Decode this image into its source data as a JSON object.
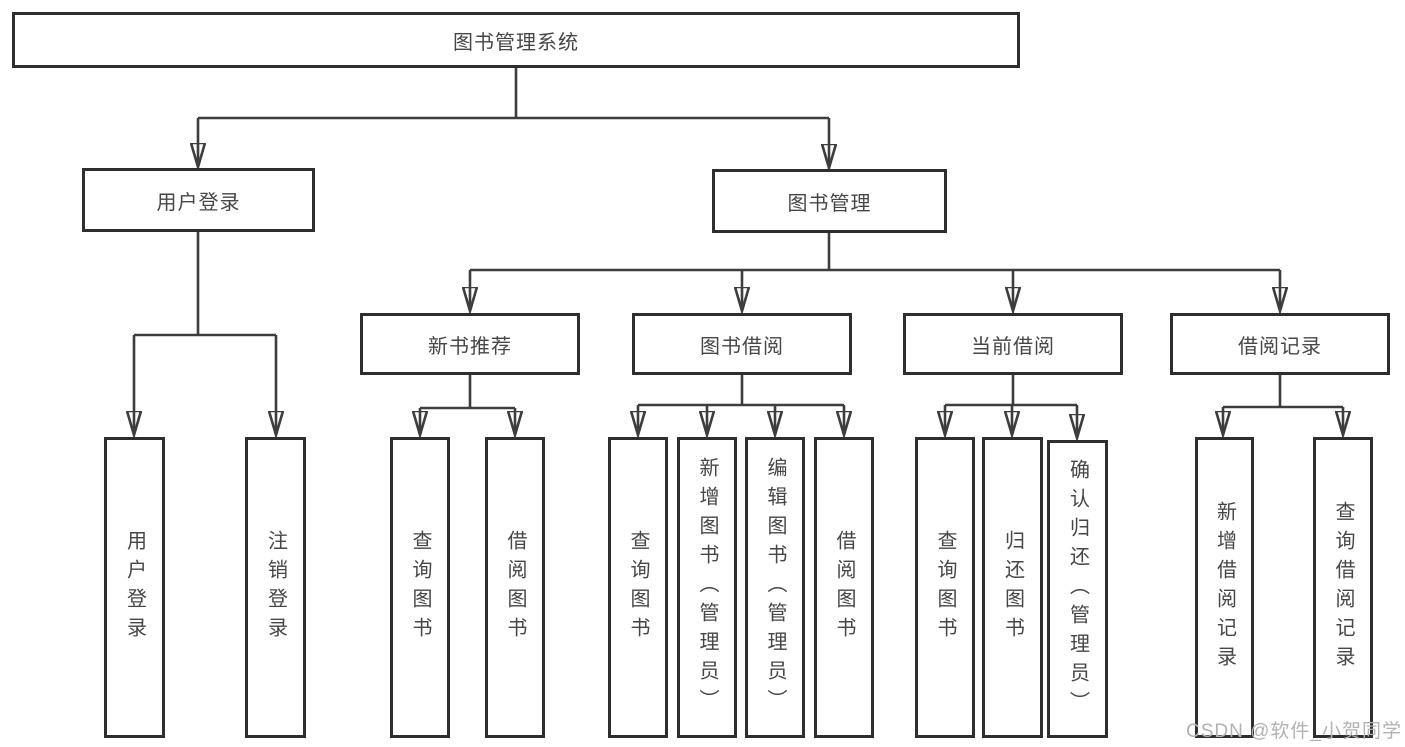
{
  "tree": {
    "root": "图书管理系统",
    "children": [
      {
        "label": "用户登录",
        "children": [
          "用户登录",
          "注销登录"
        ]
      },
      {
        "label": "图书管理",
        "children": [
          {
            "label": "新书推荐",
            "children": [
              "查询图书",
              "借阅图书"
            ]
          },
          {
            "label": "图书借阅",
            "children": [
              "查询图书",
              "新增图书（管理员）",
              "编辑图书（管理员）",
              "借阅图书"
            ]
          },
          {
            "label": "当前借阅",
            "children": [
              "查询图书",
              "归还图书",
              "确认归还（管理员）"
            ]
          },
          {
            "label": "借阅记录",
            "children": [
              "新增借阅记录",
              "查询借阅记录"
            ]
          }
        ]
      }
    ]
  },
  "watermark": "CSDN @软件_小贺同学",
  "colors": {
    "line": "#3d3d3d",
    "box_border": "#2e2e2e",
    "text": "#464646",
    "watermark": "#b3b1b1",
    "background": "#ffffff"
  }
}
